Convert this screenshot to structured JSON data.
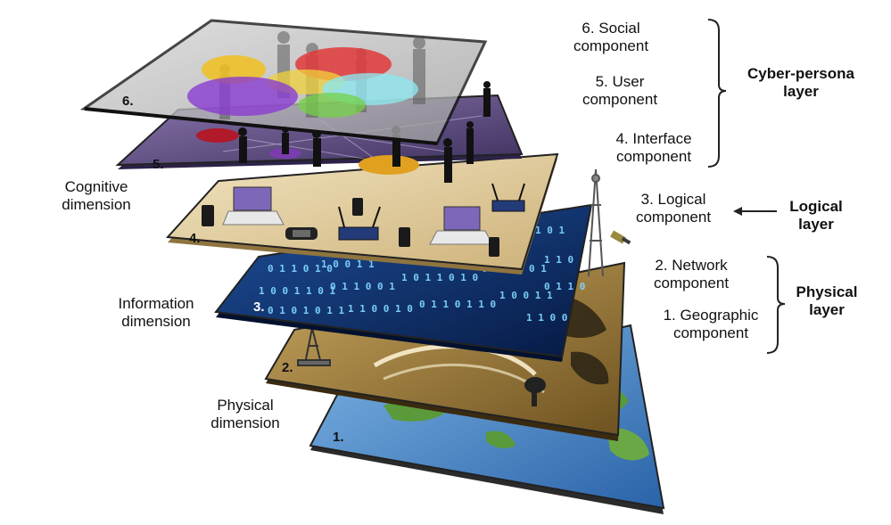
{
  "layers": [
    {
      "number": "1."
    },
    {
      "number": "2."
    },
    {
      "number": "3."
    },
    {
      "number": "4."
    },
    {
      "number": "5."
    },
    {
      "number": "6."
    }
  ],
  "dimensions": {
    "cognitive": {
      "line1": "Cognitive",
      "line2": "dimension"
    },
    "information": {
      "line1": "Information",
      "line2": "dimension"
    },
    "physical": {
      "line1": "Physical",
      "line2": "dimension"
    }
  },
  "components": {
    "social": {
      "line1": "6. Social",
      "line2": "component"
    },
    "user": {
      "line1": "5. User",
      "line2": "component"
    },
    "interface": {
      "line1": "4. Interface",
      "line2": "component"
    },
    "logical": {
      "line1": "3. Logical",
      "line2": "component"
    },
    "network": {
      "line1": "2. Network",
      "line2": "component"
    },
    "geographic": {
      "line1": "1.  Geographic",
      "line2": "component"
    }
  },
  "layer_groups": {
    "cyber_persona": {
      "line1": "Cyber-persona",
      "line2": "layer"
    },
    "logical": {
      "line1": "Logical",
      "line2": "layer"
    },
    "physical": {
      "line1": "Physical",
      "line2": "layer"
    }
  },
  "colors": {
    "geographic_plate": "#3d7fc4",
    "land": "#5a9a3a",
    "network_plate": "#8a6a2a",
    "information_plate": "#0e2a66",
    "binary_text": "#7fd6ff",
    "interface_plate": "#e2cfa2",
    "user_plate": "#5c4a80",
    "social_plate": "#bdbdbd",
    "plate_edge": "#222222",
    "bracket": "#222222"
  }
}
